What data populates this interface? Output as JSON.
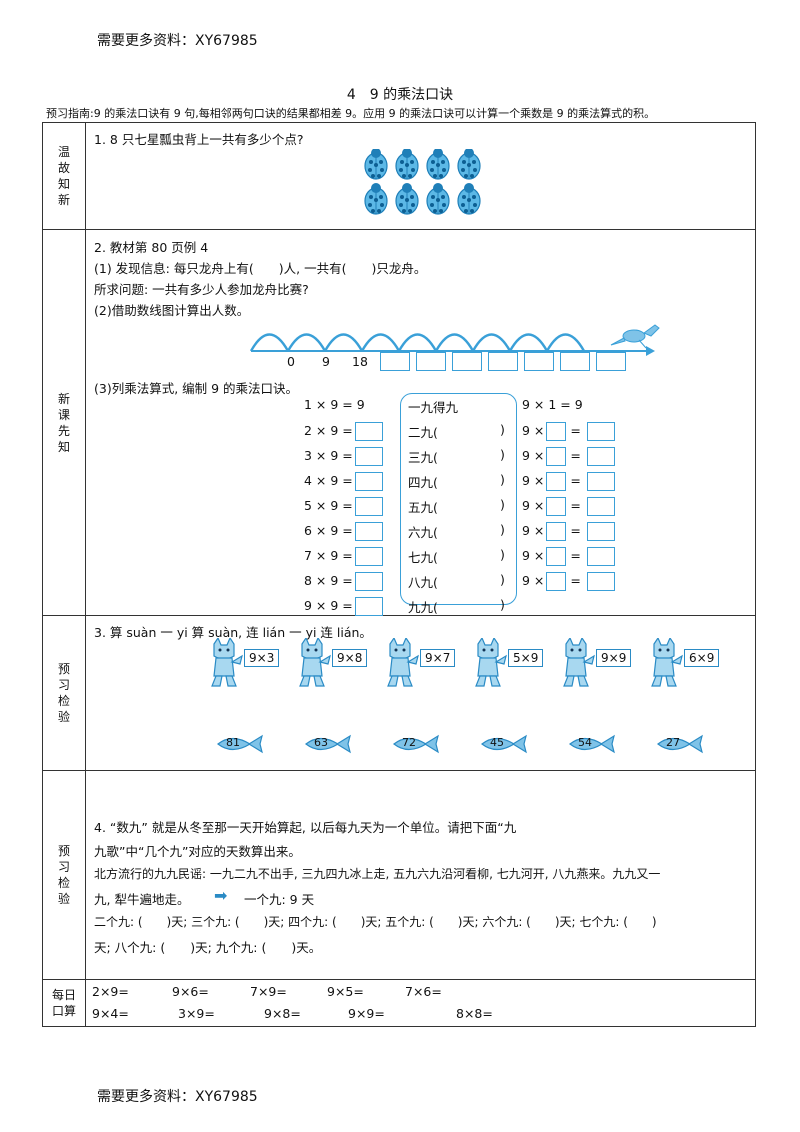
{
  "watermark": "需要更多资料：XY67985",
  "title": "4　9 的乘法口诀",
  "guide": "预习指南:9 的乘法口诀有 9 句,每相邻两句口诀的结果都相差 9。应用 9 的乘法口诀可以计算一个乘数是 9 的乘法算式的积。",
  "sections": {
    "s1": "温故知新",
    "s2": "新课先知",
    "s3": "预习检验",
    "s4": "预习检验",
    "s5": "每日口算"
  },
  "q1": "1. 8 只七星瓢虫背上一共有多少个点?",
  "q2": {
    "title": "2. 教材第 80 页例 4",
    "p1": "(1) 发现信息: 每只龙舟上有(　　)人, 一共有(　　)只龙舟。",
    "p1b": "所求问题: 一共有多少人参加龙舟比赛?",
    "p2": "(2)借助数线图计算出人数。",
    "numline": [
      "0",
      "9",
      "18"
    ],
    "p3": "(3)列乘法算式, 编制 9 的乘法口诀。",
    "eqs": [
      "1 × 9 = 9",
      "2 × 9 =",
      "3 × 9 =",
      "4 × 9 =",
      "5 × 9 =",
      "6 × 9 =",
      "7 × 9 =",
      "8 × 9 =",
      "9 × 9 ="
    ],
    "rhymes": [
      "一九得九",
      "二九(",
      "三九(",
      "四九(",
      "五九(",
      "六九(",
      "七九(",
      "八九(",
      "九九("
    ],
    "close_paren": ")",
    "right_first": "9 × 1 = 9",
    "right_rest": "9 ×",
    "eq_sign": "="
  },
  "q3": {
    "title": "3. 算 suàn 一 yi 算 suàn, 连 lián 一 yi 连 lián。",
    "cats": [
      "9×3",
      "9×8",
      "9×7",
      "5×9",
      "9×9",
      "6×9"
    ],
    "fish": [
      "81",
      "63",
      "72",
      "45",
      "54",
      "27"
    ]
  },
  "q4": {
    "line1": "4. “数九” 就是从冬至那一天开始算起, 以后每九天为一个单位。请把下面“九",
    "line2": "九歌”中“几个九”对应的天数算出来。",
    "line3": "北方流行的九九民谣: 一九二九不出手, 三九四九冰上走, 五九六九沿河看柳, 七九河开, 八九燕来。九九又一",
    "line4a": "九, 犁牛遍地走。",
    "line4b": "一个九: 9 天",
    "line5": "二个九: (　　)天; 三个九: (　　)天; 四个九: (　　)天; 五个九: (　　)天; 六个九: (　　)天; 七个九: (　　)",
    "line6": "天; 八个九: (　　)天; 九个九: (　　)天。"
  },
  "daily": {
    "row1": [
      "2×9=",
      "9×6=",
      "7×9=",
      "9×5=",
      "7×6="
    ],
    "row2": [
      "9×4=",
      "3×9=",
      "9×8=",
      "9×9=",
      "8×8="
    ]
  },
  "colors": {
    "accent": "#3aa0d8",
    "ink": "#111111"
  }
}
